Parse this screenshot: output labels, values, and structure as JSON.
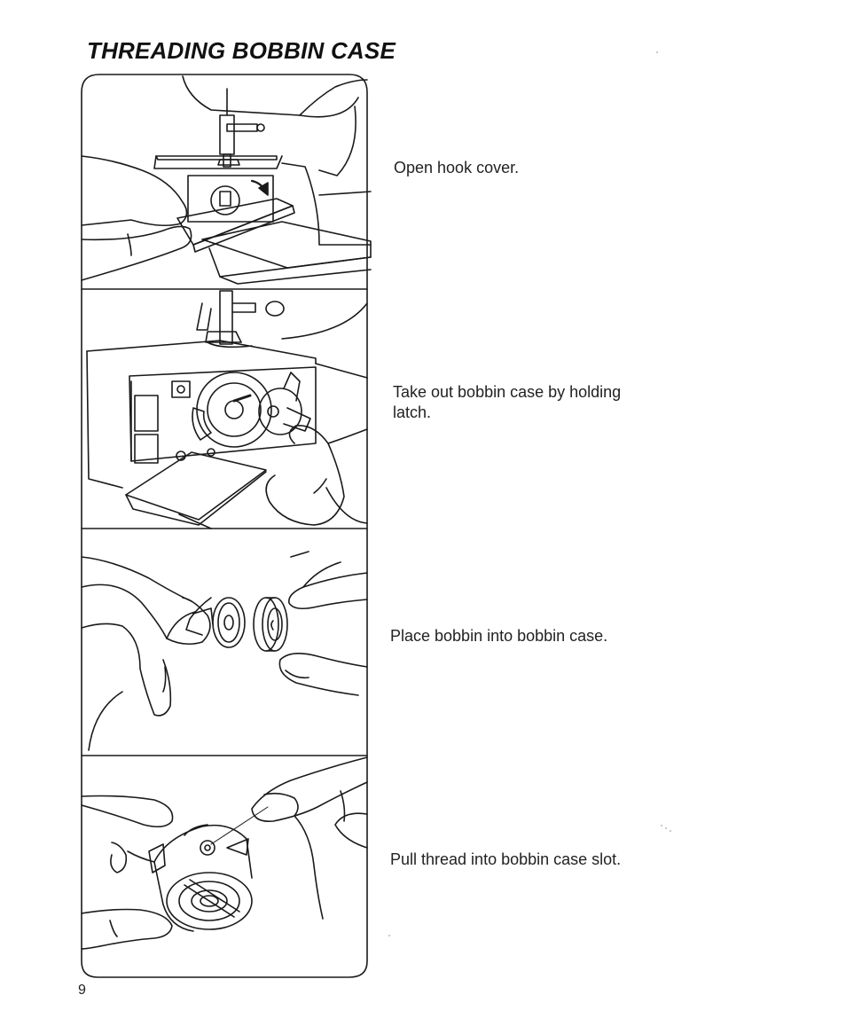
{
  "page": {
    "title": "THREADING BOBBIN CASE",
    "page_number": "9"
  },
  "steps": [
    {
      "text": "Open hook cover.",
      "illustration": "hand-opening-hook-cover"
    },
    {
      "text": "Take out bobbin case by holding latch.",
      "illustration": "hand-removing-bobbin-case"
    },
    {
      "text": "Place bobbin into bobbin case.",
      "illustration": "hands-placing-bobbin"
    },
    {
      "text": "Pull thread into bobbin case slot.",
      "illustration": "hands-pulling-thread"
    }
  ],
  "colors": {
    "ink": "#1a1a1a",
    "paper": "#ffffff"
  }
}
